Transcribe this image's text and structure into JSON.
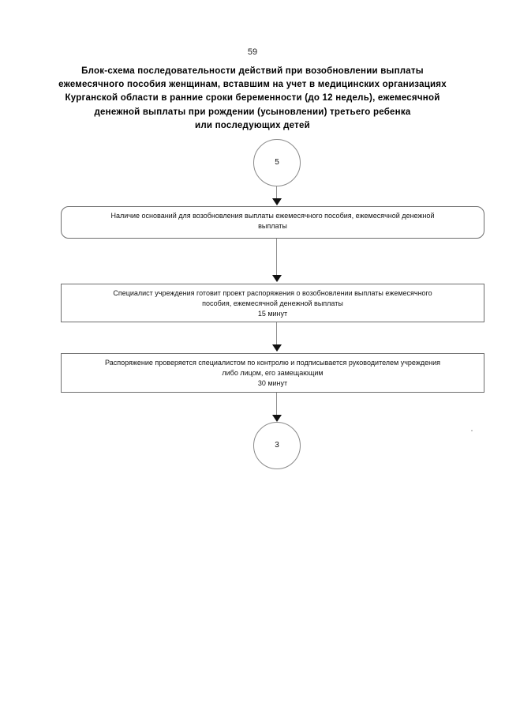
{
  "document": {
    "page_number": "59",
    "title_lines": [
      "Блок-схема последовательности действий при возобновлении выплаты",
      "ежемесячного пособия женщинам, вставшим на учет в медицинских организациях",
      "Курганской области в ранние сроки беременности (до 12 недель), ежемесячной",
      "денежной выплаты при рождении (усыновлении) третьего ребенка",
      "или последующих детей"
    ]
  },
  "flowchart": {
    "type": "flowchart",
    "orientation": "top-to-bottom",
    "nodes": [
      {
        "id": "connector-start",
        "shape": "circle",
        "label": "5"
      },
      {
        "id": "step-grounds",
        "shape": "rounded-rectangle",
        "lines": [
          "Наличие оснований для возобновления выплаты ежемесячного пособия, ежемесячной денежной",
          "выплаты"
        ]
      },
      {
        "id": "step-draft-order",
        "shape": "rectangle",
        "lines": [
          "Специалист учреждения готовит проект распоряжения о возобновлении выплаты ежемесячного",
          "пособия, ежемесячной денежной выплаты",
          "15 минут"
        ],
        "duration": "15 минут"
      },
      {
        "id": "step-check-sign",
        "shape": "rectangle",
        "lines": [
          "Распоряжение проверяется специалистом по контролю и подписывается руководителем учреждения",
          "либо лицом, его замещающим",
          "30 минут"
        ],
        "duration": "30 минут"
      },
      {
        "id": "connector-end",
        "shape": "circle",
        "label": "3"
      }
    ],
    "edges": [
      {
        "from": "connector-start",
        "to": "step-grounds",
        "arrow": "down"
      },
      {
        "from": "step-grounds",
        "to": "step-draft-order",
        "arrow": "down"
      },
      {
        "from": "step-draft-order",
        "to": "step-check-sign",
        "arrow": "down"
      },
      {
        "from": "step-check-sign",
        "to": "connector-end",
        "arrow": "down"
      }
    ]
  },
  "colors": {
    "page_background": "#ffffff",
    "text": "#000000",
    "node_border": "#6e6e6e",
    "circle_border": "#8a8a8a",
    "connector_line": "#8f8f8f",
    "arrowhead": "#111111"
  }
}
